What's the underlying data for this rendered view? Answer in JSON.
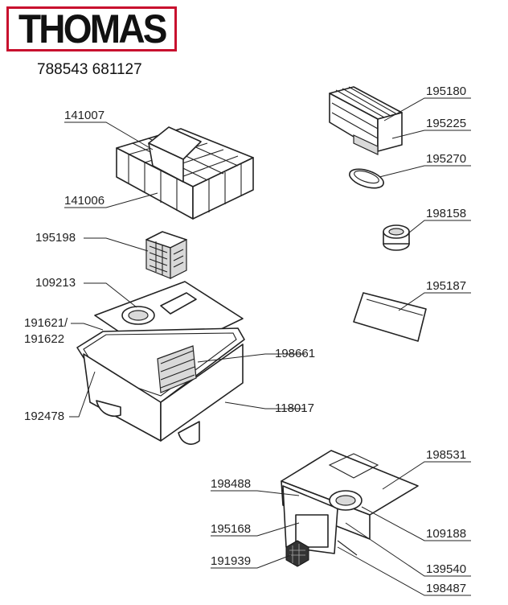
{
  "header": {
    "brand": "THOMAS",
    "codes": "788543 681127",
    "brand_color": "#c8102e"
  },
  "labels": {
    "p141007": "141007",
    "p141006": "141006",
    "p195180": "195180",
    "p195225": "195225",
    "p195270": "195270",
    "p198158": "198158",
    "p195198": "195198",
    "p195187": "195187",
    "p109213": "109213",
    "p191621": "191621/",
    "p191622": "191622",
    "p198661": "198661",
    "p118017": "118017",
    "p192478": "192478",
    "p198531": "198531",
    "p198488": "198488",
    "p195168": "195168",
    "p109188": "109188",
    "p191939": "191939",
    "p139540": "139540",
    "p198487": "198487"
  }
}
